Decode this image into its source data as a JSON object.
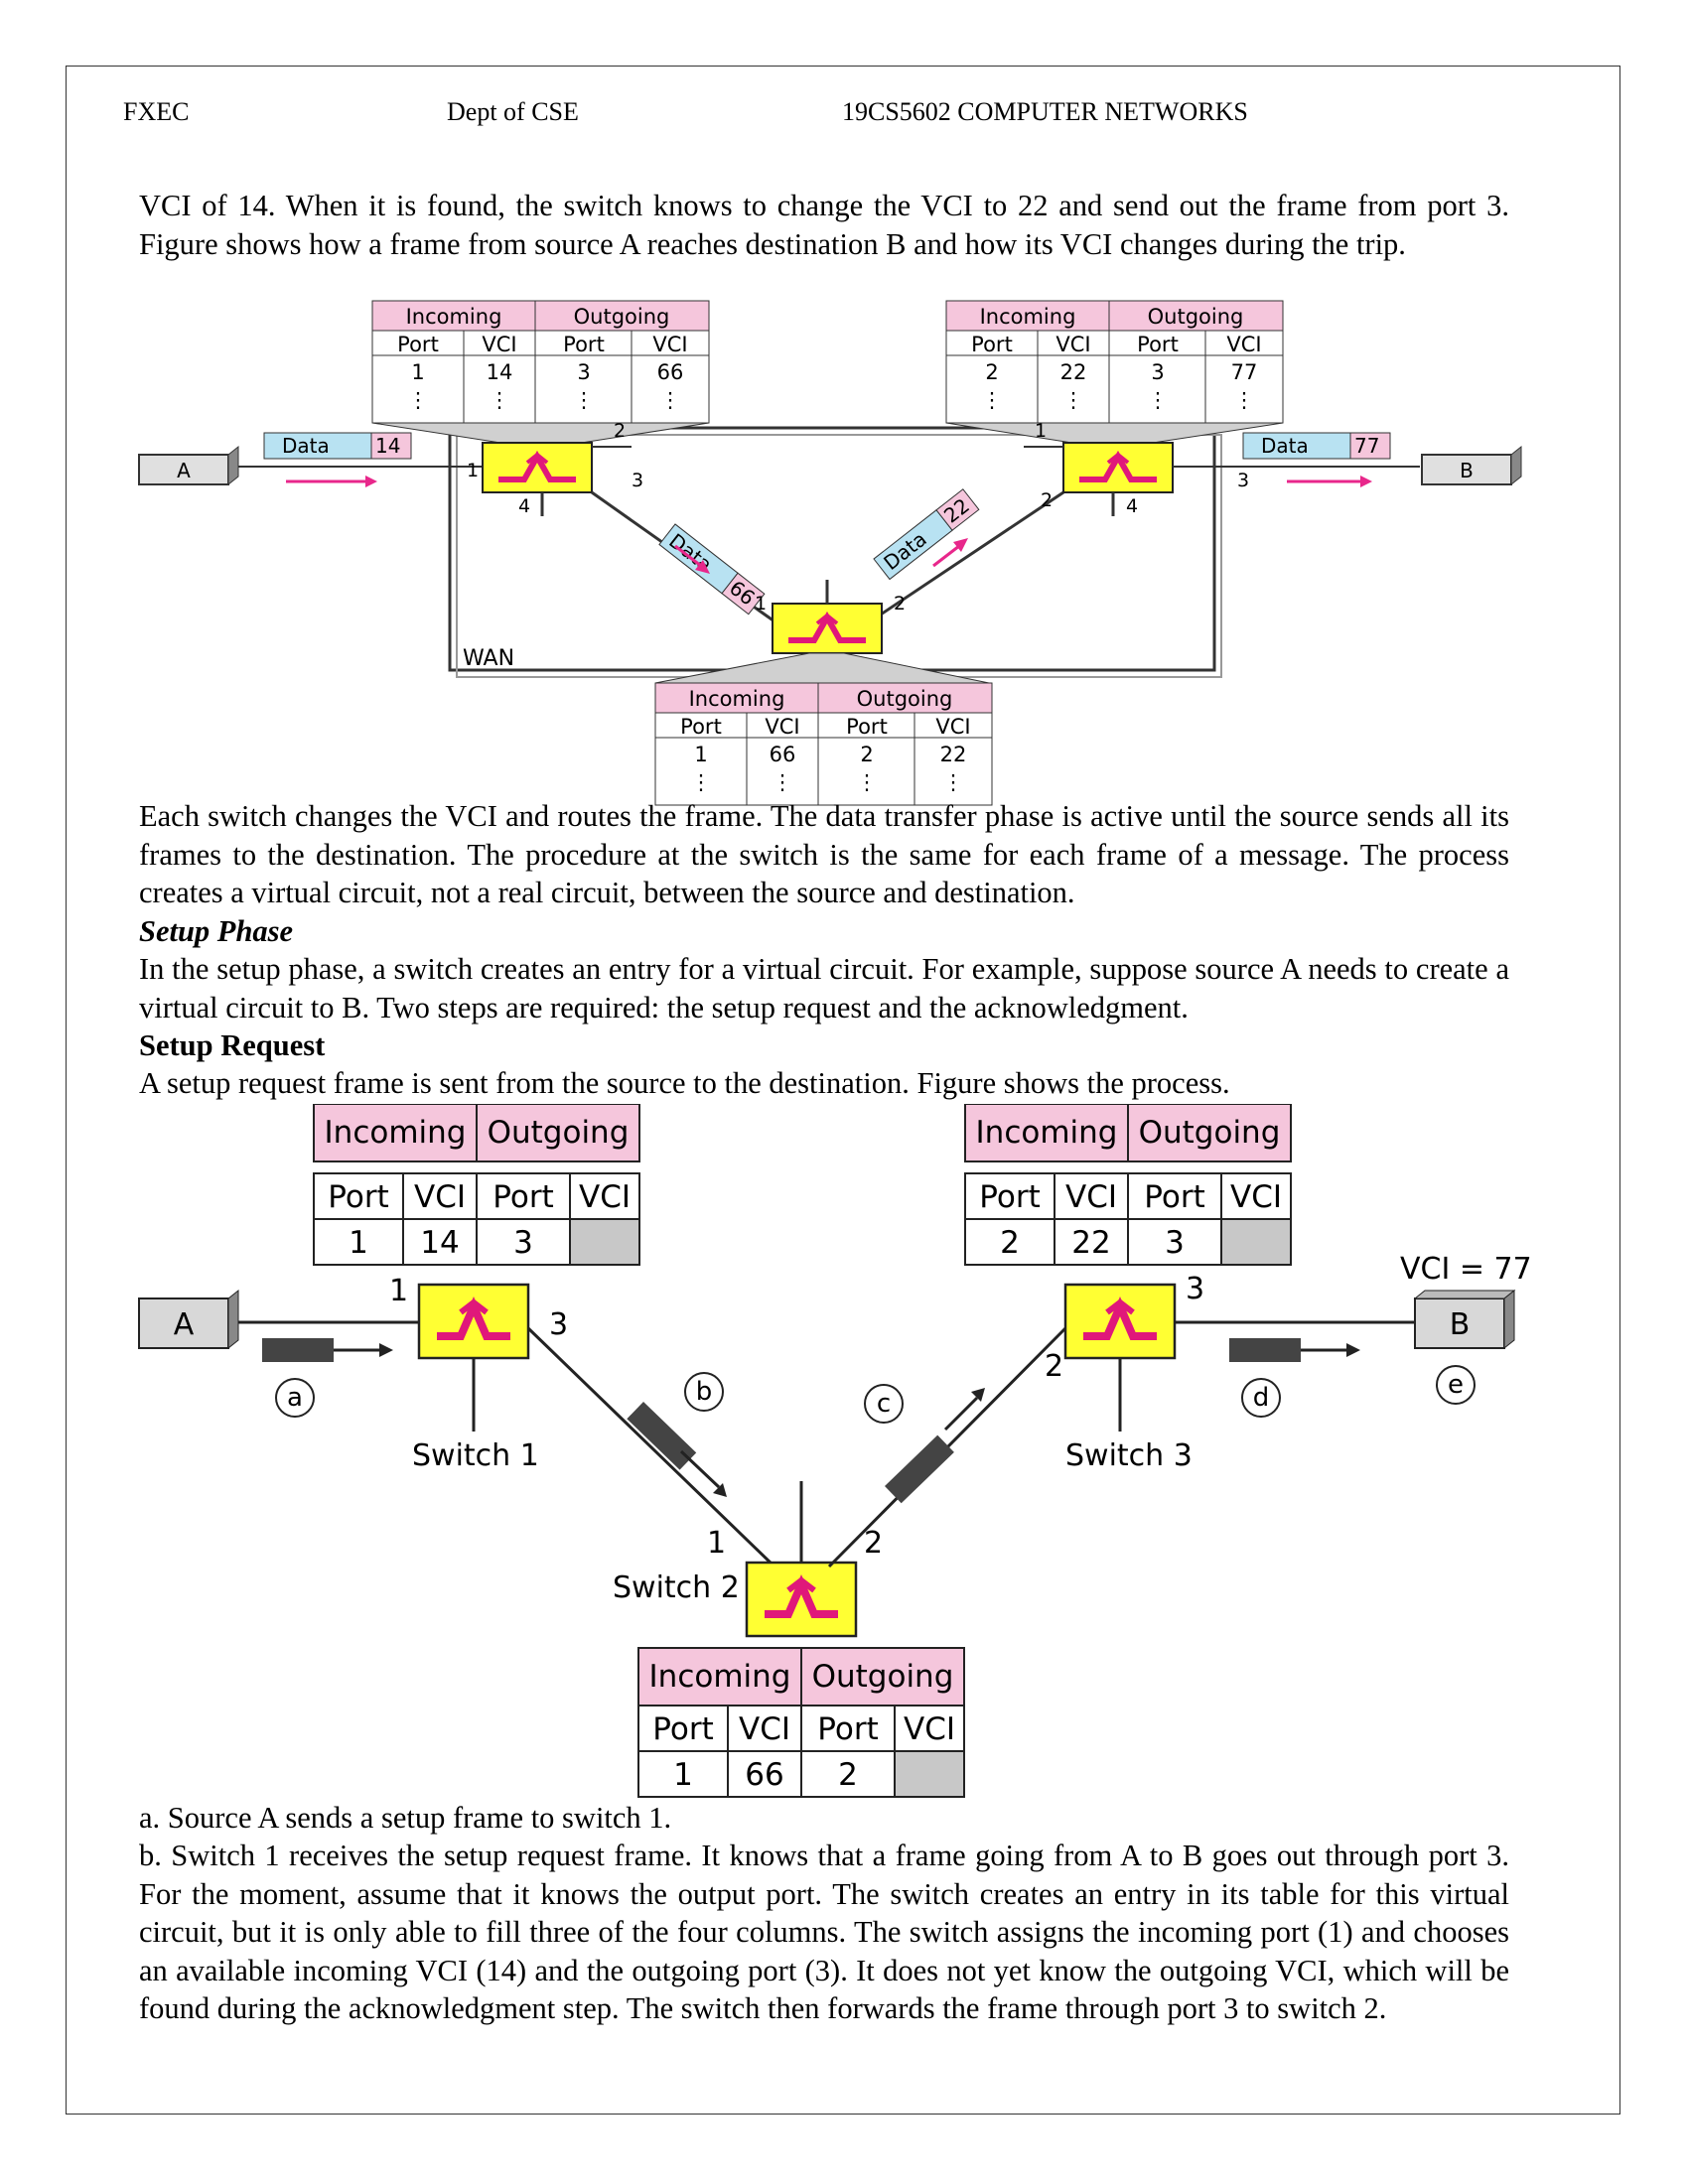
{
  "header": {
    "college": "FXEC",
    "dept": "Dept of CSE",
    "course": "19CS5602 COMPUTER NETWORKS"
  },
  "intro": "VCI of 14. When it is found, the switch knows to change the VCI to 22 and send out the frame from port 3. Figure shows how a frame from source A reaches destination B and how its VCI changes during the trip.",
  "fig1": {
    "col_incoming": "Incoming",
    "col_outgoing": "Outgoing",
    "col_port": "Port",
    "col_vci": "VCI",
    "table1": [
      "1",
      "14",
      "3",
      "66"
    ],
    "table2": [
      "2",
      "22",
      "3",
      "77"
    ],
    "table3": [
      "1",
      "66",
      "2",
      "22"
    ],
    "dots": "⋮",
    "node_a": "A",
    "node_b": "B",
    "data_label": "Data",
    "data_vci_in": "14",
    "data_vci_mid1": "66",
    "data_vci_mid2": "22",
    "data_vci_out": "77",
    "wan_label": "WAN",
    "ports": [
      "1",
      "2",
      "3",
      "4"
    ]
  },
  "para_switch": "Each switch changes the VCI and routes the frame. The data transfer phase is active until the source sends all its frames to the destination. The procedure at the switch is the same for each frame of a message. The process creates a virtual circuit, not a real circuit, between the source and destination.",
  "setup_phase_heading": "Setup Phase",
  "setup_phase_text": "In the setup phase, a switch creates an entry for a virtual circuit. For example, suppose source A needs to create a virtual circuit to B. Two steps are required: the setup request and the acknowledgment.",
  "setup_request_heading": "Setup Request",
  "setup_request_text": "A setup request frame is sent from the source to the destination. Figure shows the process.",
  "fig2": {
    "table1": [
      "1",
      "14",
      "3"
    ],
    "table2": [
      "2",
      "22",
      "3"
    ],
    "table3": [
      "1",
      "66",
      "2"
    ],
    "switch1": "Switch 1",
    "switch2": "Switch 2",
    "switch3": "Switch 3",
    "vci_label": "VCI = 77",
    "steps": [
      "a",
      "b",
      "c",
      "d",
      "e"
    ]
  },
  "step_a": "a. Source A sends a setup frame to switch 1.",
  "step_b": "b. Switch 1 receives the setup request frame. It knows that a frame going from A to B goes out through port 3. For the moment, assume that it knows the output port. The switch creates an entry in its table for this virtual circuit, but it is only able to fill three of the four columns. The switch assigns the incoming port (1) and chooses an available incoming VCI (14) and the outgoing port (3). It does not yet know the outgoing VCI, which will be found during the acknowledgment step. The switch then forwards the frame through port 3 to switch 2.",
  "colors": {
    "header_pink": "#f5c6dc",
    "switch_yellow": "#ffff33",
    "switch_magenta": "#e0187a",
    "data_blue": "#b8e2f2",
    "data_pink": "#f5c6dc",
    "arrow_pink": "#e8278b",
    "empty_cell": "#c8c8c8",
    "frame_dark": "#444444"
  }
}
